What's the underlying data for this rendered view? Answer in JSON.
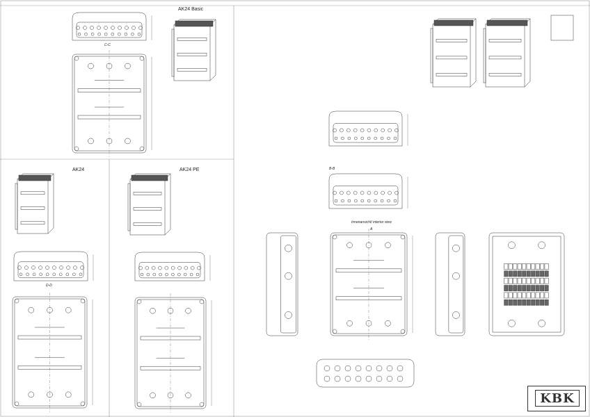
{
  "titles": {
    "ak24_basic": "AK24  Basic",
    "ak24": "AK24",
    "ak24_pe": "AK24 PE",
    "interior_view": "Innenansicht/  interior view"
  },
  "section_labels": {
    "cc": "C-C",
    "dd": "D-D",
    "bb": "B-B",
    "a": "A"
  },
  "logo": {
    "text": "KBK"
  },
  "colors": {
    "line": "#333333",
    "frame": "#888888",
    "background": "#ffffff"
  }
}
